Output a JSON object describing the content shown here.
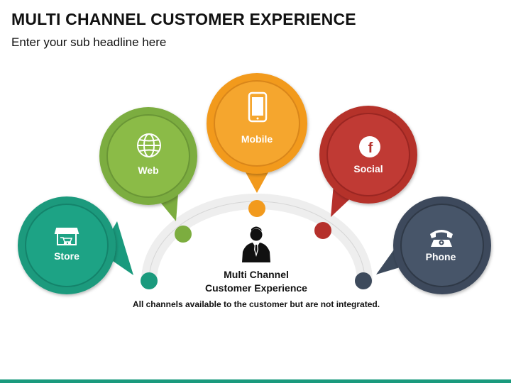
{
  "header": {
    "title": "MULTI CHANNEL CUSTOMER EXPERIENCE",
    "subtitle": "Enter your sub headline here"
  },
  "center": {
    "label_line1": "Multi Channel",
    "label_line2": "Customer Experience",
    "caption": "All channels available to the customer but are not integrated."
  },
  "channels": [
    {
      "label": "Store",
      "icon": "store-icon",
      "color": "#1a9a7d"
    },
    {
      "label": "Web",
      "icon": "globe-icon",
      "color": "#7cad3f"
    },
    {
      "label": "Mobile",
      "icon": "mobile-phone-icon",
      "color": "#f29a1d"
    },
    {
      "label": "Social",
      "icon": "facebook-icon",
      "color": "#b5302b"
    },
    {
      "label": "Phone",
      "icon": "telephone-icon",
      "color": "#3d4a5c"
    }
  ],
  "colors": {
    "arc": "#e6e6e6",
    "bottom_bar": "#1a9a7d",
    "person": "#111111"
  }
}
